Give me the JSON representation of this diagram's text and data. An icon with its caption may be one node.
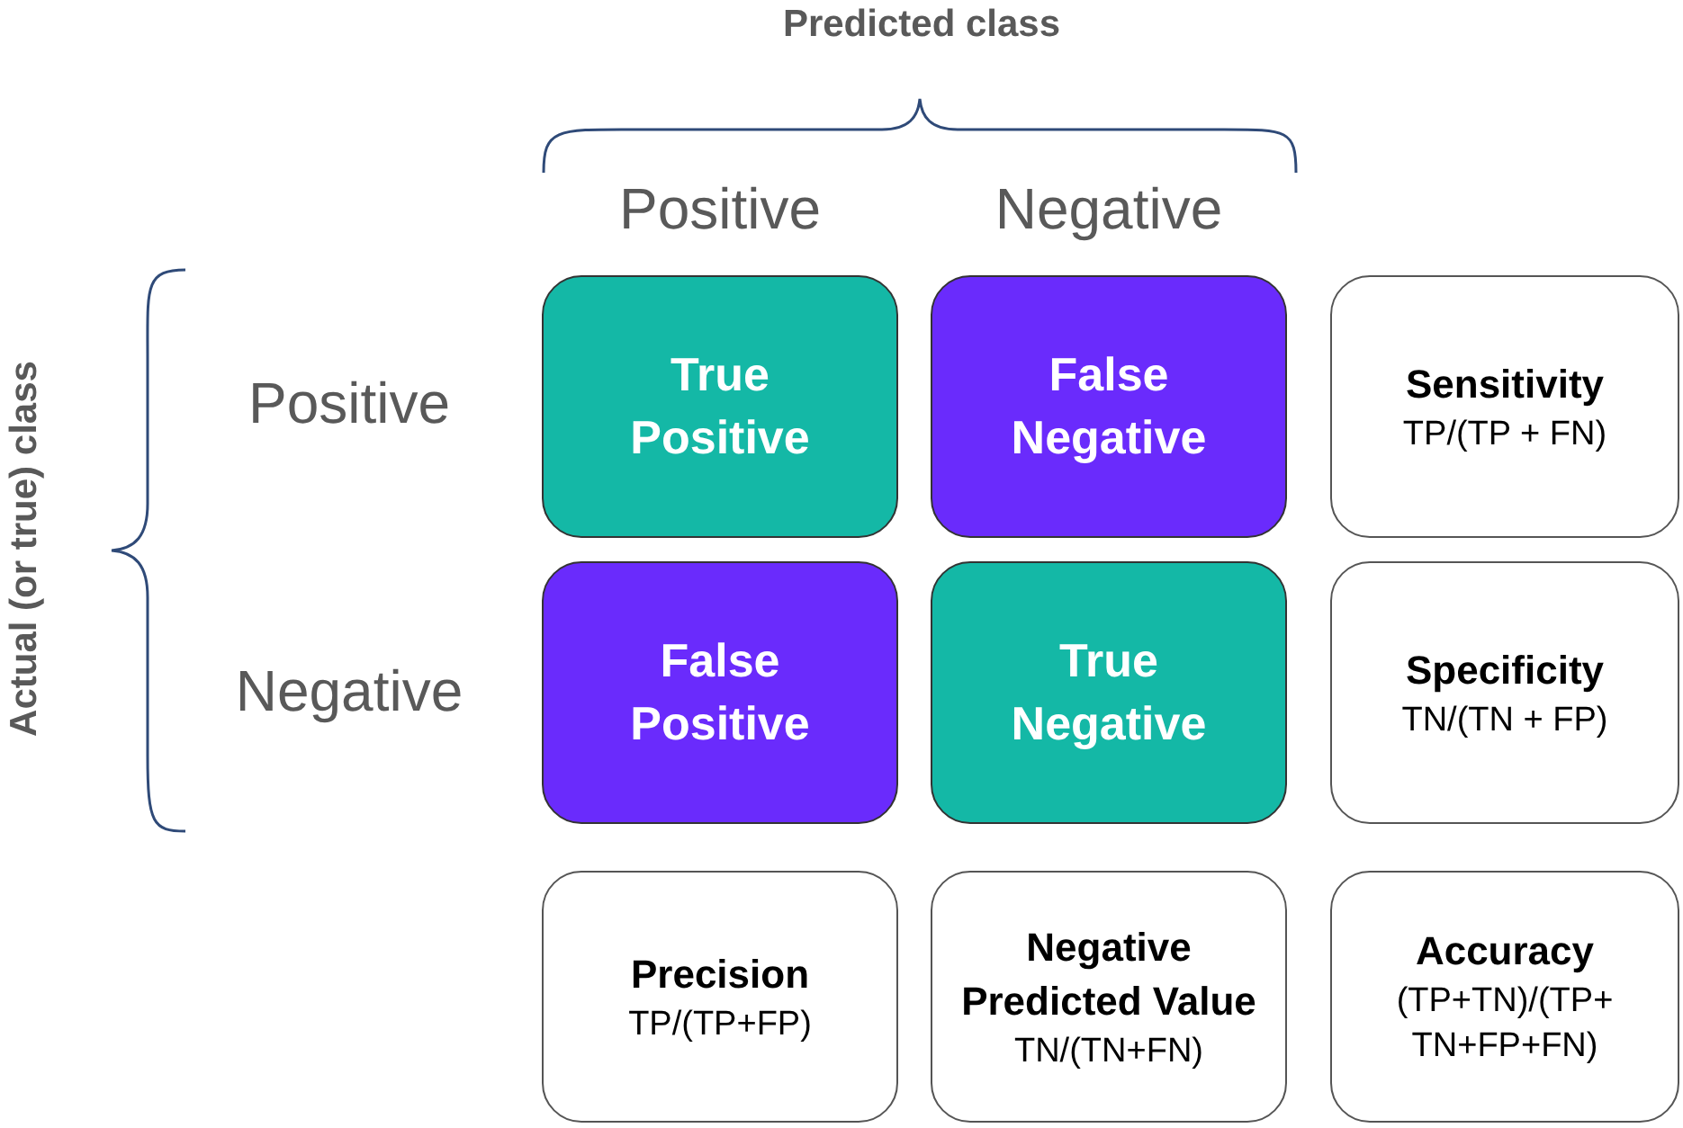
{
  "diagram": {
    "nodes": [
      {
        "text": [
          "True Positive"
        ]
      },
      {
        "text": [
          "False Negative"
        ]
      },
      {
        "text": [
          "Sensitivity",
          "TP/(TP + FN)"
        ]
      },
      {
        "text": [
          "False Positive"
        ]
      },
      {
        "text": [
          "True Negative"
        ]
      },
      {
        "text": [
          "Specificity",
          "TN/(TN + FP)"
        ]
      },
      {
        "text": [
          "Precision",
          "TP/(TP+FP)"
        ]
      },
      {
        "text": [
          "Negative Predicted Value",
          "TN/(TN+FN)"
        ]
      },
      {
        "text": [
          "Accuracy",
          "(TP+TN)/(TP+ TN+FP+FN)"
        ]
      }
    ],
    "edges": [],
    "labels": [
      "Predicted class",
      "Positive",
      "Negative",
      "Actual (or true) class",
      "Positive",
      "Negative"
    ]
  }
}
